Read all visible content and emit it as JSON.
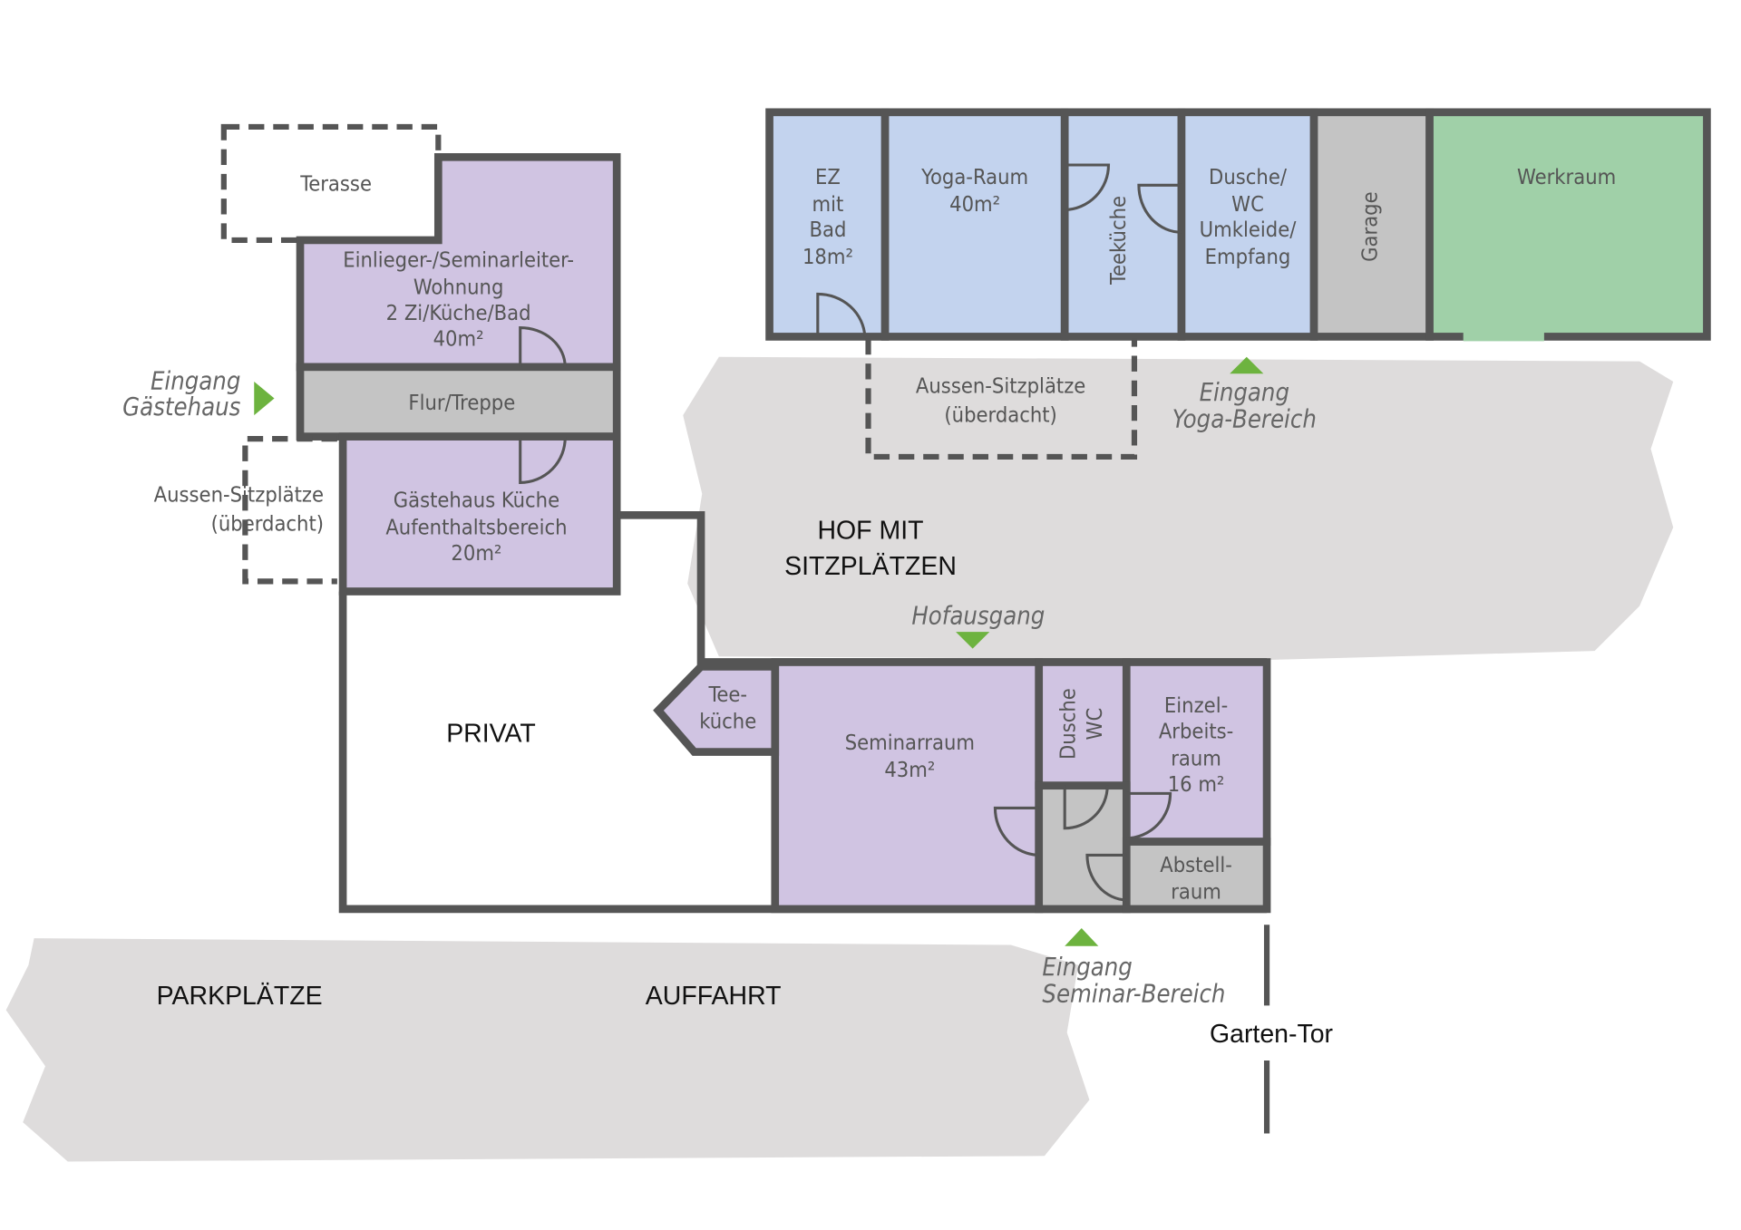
{
  "colors": {
    "wall": "#555555",
    "guest": "#d0c4e2",
    "yoga": "#c3d3ee",
    "neutral": "#c4c4c4",
    "workshop": "#a0d0a8",
    "arrow": "#6db33f",
    "brush": "#dedcdc"
  },
  "guesthouse": {
    "terrace": "Terasse",
    "apartment": [
      "Einlieger-/Seminarleiter-",
      "Wohnung",
      "2 Zi/Küche/Bad",
      "40m²"
    ],
    "hall": "Flur/Treppe",
    "kitchen": [
      "Gästehaus Küche",
      "Aufenthaltsbereich",
      "20m²"
    ],
    "outdoor": [
      "Aussen-Sitzplätze",
      "(überdacht)"
    ],
    "entrance": [
      "Eingang",
      "Gästehaus"
    ]
  },
  "yoga": {
    "ez": [
      "EZ",
      "mit",
      "Bad",
      "18m²"
    ],
    "yoga_room": [
      "Yoga-Raum",
      "40m²"
    ],
    "tea_kitchen": "Teeküche",
    "shower": [
      "Dusche/",
      "WC",
      "Umkleide/",
      "Empfang"
    ],
    "garage": "Garage",
    "workshop": "Werkraum",
    "outdoor": [
      "Aussen-Sitzplätze",
      "(überdacht)"
    ],
    "entrance": [
      "Eingang",
      "Yoga-Bereich"
    ]
  },
  "courtyard": [
    "HOF MIT",
    "SITZPLÄTZEN"
  ],
  "court_exit": "Hofausgang",
  "private": "PRIVAT",
  "seminar": {
    "tea_kitchen": [
      "Tee-",
      "küche"
    ],
    "room": [
      "Seminarraum",
      "43m²"
    ],
    "shower": [
      "Dusche",
      "WC"
    ],
    "single": [
      "Einzel-",
      "Arbeits-",
      "raum",
      "16 m²"
    ],
    "storage": [
      "Abstell-",
      "raum"
    ],
    "entrance": [
      "Eingang",
      "Seminar-Bereich"
    ]
  },
  "parking": "PARKPLÄTZE",
  "driveway": "AUFFAHRT",
  "garden_gate": "Garten-Tor"
}
